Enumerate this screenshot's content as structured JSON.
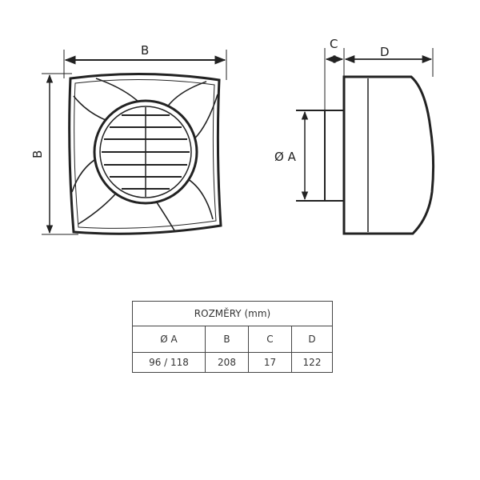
{
  "labels": {
    "front_width": "B",
    "front_height": "B",
    "side_depth_c": "C",
    "side_depth_d": "D",
    "side_diameter": "Ø A"
  },
  "table": {
    "title": "ROZMĚRY (mm)",
    "headers": [
      "Ø A",
      "B",
      "C",
      "D"
    ],
    "values": [
      "96 / 118",
      "208",
      "17",
      "122"
    ]
  }
}
